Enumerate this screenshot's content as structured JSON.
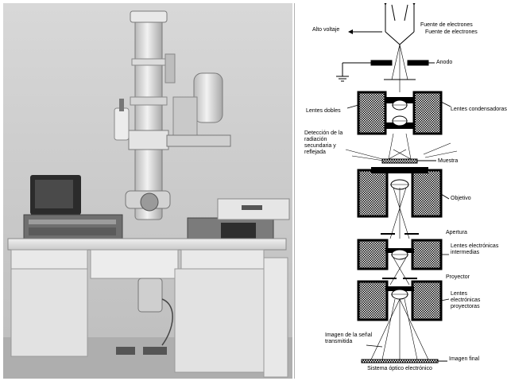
{
  "photo": {
    "alt": "Microscopio electrónico"
  },
  "diagram": {
    "labels": {
      "alto_voltaje": "Alto voltaje",
      "fuente_electrones_1": "Fuente de electrones",
      "fuente_electrones_2": "Fuente de electrones",
      "anodo": "Anodo",
      "lentes_dobles": "Lentes dobles",
      "lentes_condensadoras": "Lentes condensadoras",
      "deteccion": "Detección de la radiación secundaria y reflejada",
      "muestra": "Muestra",
      "objetivo": "Objetivo",
      "apertura": "Apertura",
      "lentes_intermedias": "Lentes electrónicas intermedias",
      "proyector": "Proyector",
      "lentes_proyectoras": "Lentes electrónicas proyectoras",
      "imagen_senal": "Imagen de la señal transmitida",
      "imagen_final": "Imagen final",
      "sistema": "Sistema óptico electrónico"
    }
  }
}
